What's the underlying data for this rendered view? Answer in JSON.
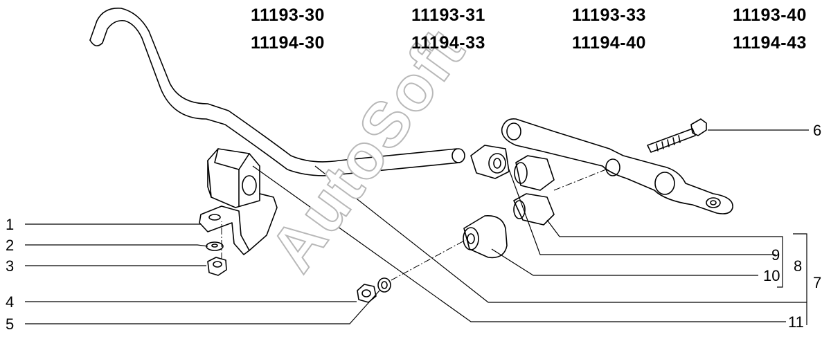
{
  "part_numbers": {
    "row1": [
      "11193-30",
      "11193-31",
      "11193-33",
      "11193-40"
    ],
    "row2": [
      "11194-30",
      "11194-33",
      "11194-40",
      "11194-43"
    ]
  },
  "callouts": [
    "1",
    "2",
    "3",
    "4",
    "5",
    "6",
    "7",
    "8",
    "9",
    "10",
    "11"
  ],
  "watermark": "AutoSoft",
  "colors": {
    "line": "#000000",
    "watermark": "#b8b8b8",
    "background": "#ffffff"
  }
}
